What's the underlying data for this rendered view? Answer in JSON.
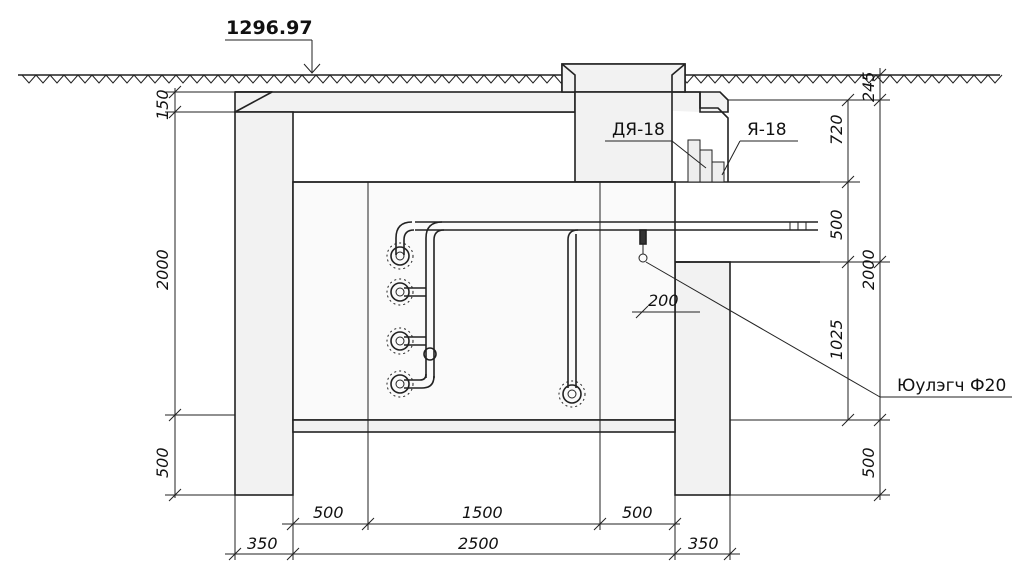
{
  "elevation": "1296.97",
  "labels": {
    "valve_a": "ДЯ-18",
    "valve_b": "Я-18",
    "nozzle": "Юулэгч Ф20"
  },
  "dims": {
    "left_top": "150",
    "left_mid": "2000",
    "left_bottom": "500",
    "right_top": "245",
    "right_720": "720",
    "right_500": "500",
    "right_2000": "2000",
    "right_1025": "1025",
    "right_bottom": "500",
    "inner_200": "200",
    "bot_500_left": "500",
    "bot_1500": "1500",
    "bot_500_right": "500",
    "bot_350_left": "350",
    "bot_2500": "2500",
    "bot_350_right": "350"
  }
}
